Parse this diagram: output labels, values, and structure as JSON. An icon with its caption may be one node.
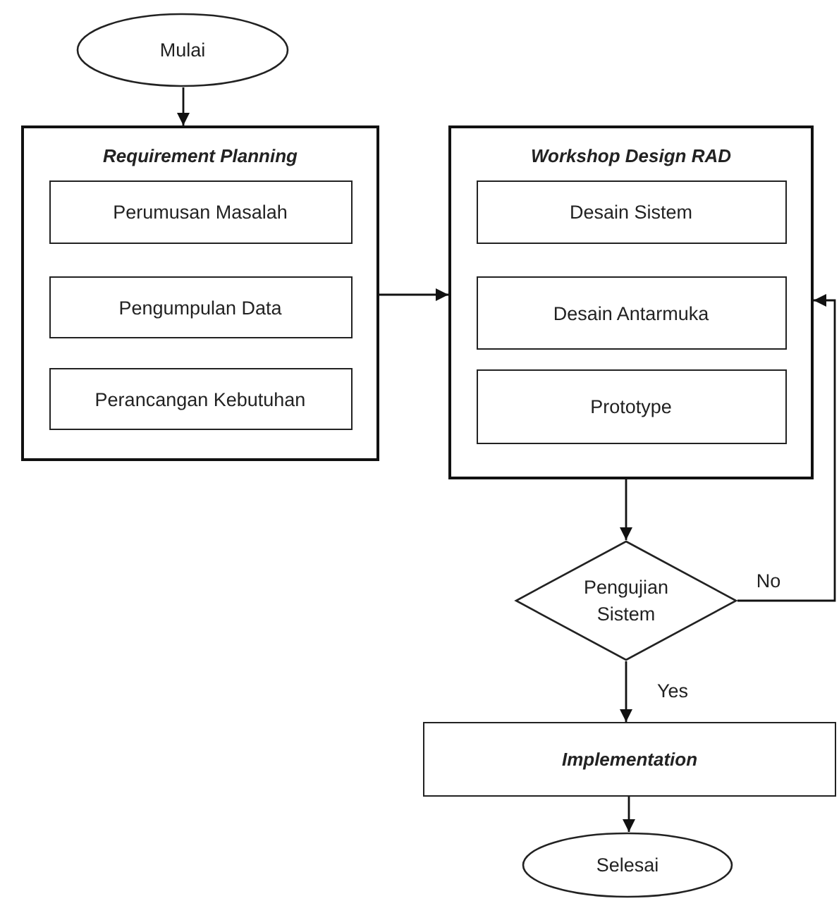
{
  "diagram": {
    "nodes": [
      {
        "text": [
          "Mulai"
        ]
      },
      {
        "text": [
          "Requirement Planning"
        ]
      },
      {
        "text": [
          "Perumusan Masalah"
        ],
        "in": 1
      },
      {
        "text": [
          "Pengumpulan Data"
        ],
        "in": 1
      },
      {
        "text": [
          "Perancangan Kebutuhan"
        ],
        "in": 1
      },
      {
        "text": [
          "Workshop Design RAD"
        ]
      },
      {
        "text": [
          "Desain Sistem"
        ],
        "in": 5
      },
      {
        "text": [
          "Desain Antarmuka"
        ],
        "in": 5
      },
      {
        "text": [
          "Prototype"
        ],
        "in": 5
      },
      {
        "text": [
          "Pengujian Sistem"
        ]
      },
      {
        "text": [
          "Implementation"
        ]
      },
      {
        "text": [
          "Selesai"
        ]
      }
    ],
    "edges": [
      {
        "from": 0,
        "to": 1,
        "arrow": "to"
      },
      {
        "from": 1,
        "to": 5,
        "arrow": "to"
      },
      {
        "from": 5,
        "to": 9,
        "arrow": "to"
      },
      {
        "from": 9,
        "to": 5,
        "arrow": "to",
        "label": "No"
      },
      {
        "from": 9,
        "to": 10,
        "arrow": "to",
        "label": "Yes"
      },
      {
        "from": 10,
        "to": 11,
        "arrow": "to"
      }
    ]
  }
}
